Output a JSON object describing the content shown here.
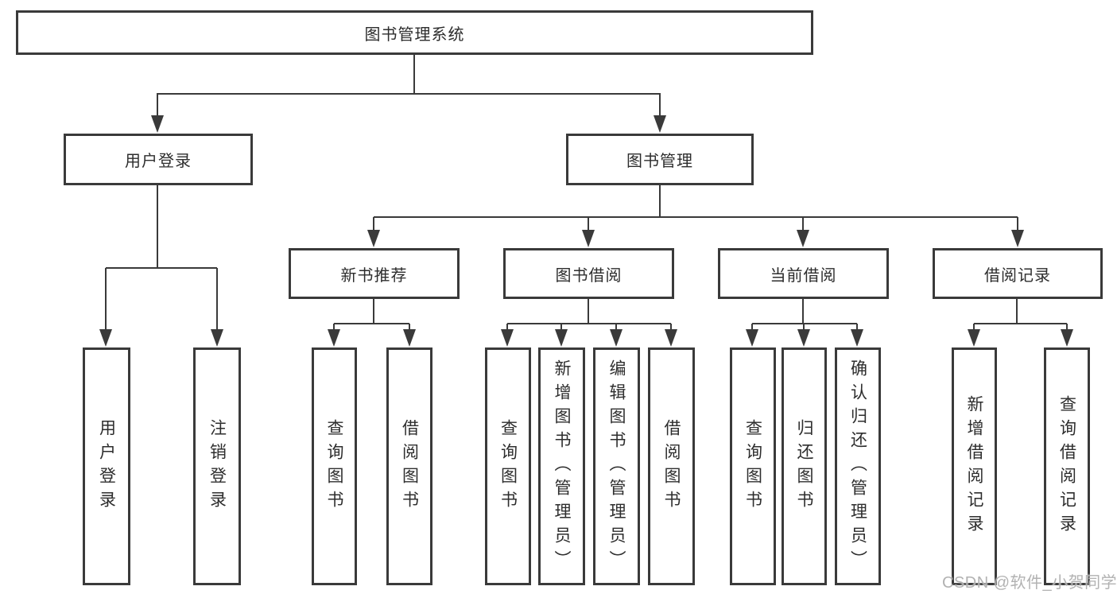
{
  "diagram": {
    "root": {
      "label": "图书管理系统"
    },
    "branches": {
      "user_login": {
        "label": "用户登录"
      },
      "book_management": {
        "label": "图书管理"
      }
    },
    "modules": {
      "new_book": {
        "label": "新书推荐"
      },
      "book_borrow": {
        "label": "图书借阅"
      },
      "current_borrow": {
        "label": "当前借阅"
      },
      "borrow_record": {
        "label": "借阅记录"
      }
    },
    "leaves": {
      "login": {
        "label": "用户登录"
      },
      "logout": {
        "label": "注销登录"
      },
      "nb_query": {
        "label": "查询图书"
      },
      "nb_borrow": {
        "label": "借阅图书"
      },
      "bb_query": {
        "label": "查询图书"
      },
      "bb_add": {
        "label": "新增图书（管理员）"
      },
      "bb_edit": {
        "label": "编辑图书（管理员）"
      },
      "bb_borrow": {
        "label": "借阅图书"
      },
      "cb_query": {
        "label": "查询图书"
      },
      "cb_return": {
        "label": "归还图书"
      },
      "cb_confirm": {
        "label": "确认归还（管理员）"
      },
      "br_add": {
        "label": "新增借阅记录"
      },
      "br_query": {
        "label": "查询借阅记录"
      }
    }
  },
  "watermark": {
    "text": "CSDN @软件_小贺同学"
  },
  "colors": {
    "line": "#3a3a3a",
    "text": "#2d2d2d",
    "watermark": "#ababab",
    "background": "#ffffff"
  }
}
